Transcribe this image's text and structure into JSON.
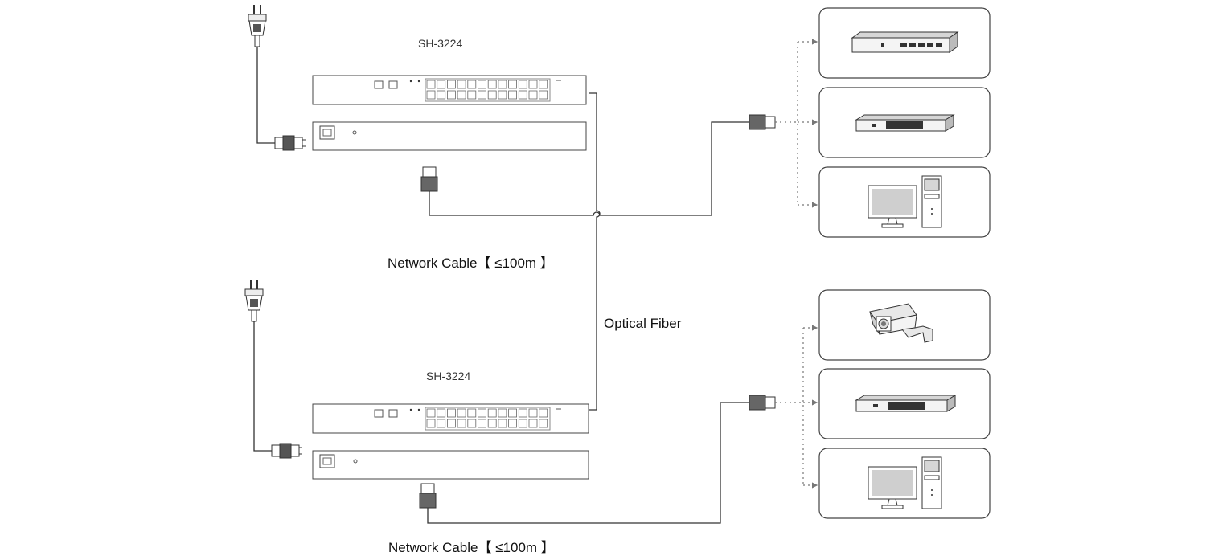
{
  "labels": {
    "switch_top_model": "SH-3224",
    "switch_bottom_model": "SH-3224",
    "cable_top": "Network Cable【 ≤100m 】",
    "cable_bottom": "Network Cable【 ≤100m 】",
    "optical_fiber": "Optical Fiber"
  },
  "devices": {
    "top_group": [
      "nvr-recorder",
      "poe-switch",
      "desktop-computer"
    ],
    "bottom_group": [
      "cctv-camera",
      "poe-switch",
      "desktop-computer"
    ]
  },
  "colors": {
    "line": "#333333",
    "dotted": "#666666",
    "box_border": "#444444",
    "device_fill": "#e8e8e8",
    "monitor_fill": "#cfcfcf"
  }
}
